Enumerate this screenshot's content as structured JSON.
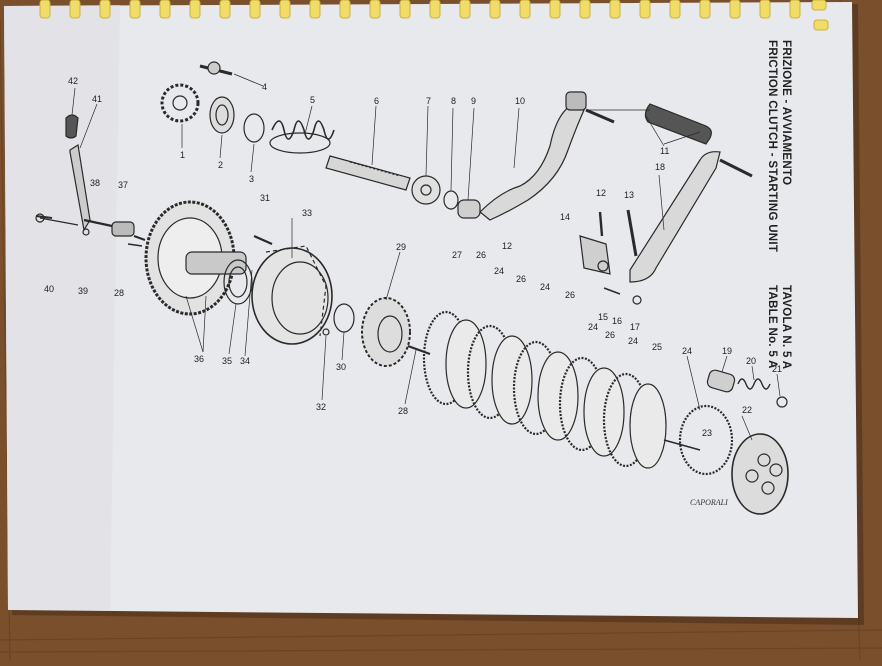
{
  "document": {
    "title_it": "FRIZIONE - AVVIAMENTO",
    "table_it": "TAVOLA N. 5 A",
    "title_en": "FRICTION CLUTCH - STARTING UNIT",
    "table_en": "TABLE No. 5 A",
    "signature": "CAPORALI"
  },
  "part_labels": [
    {
      "id": "p42",
      "text": "42"
    },
    {
      "id": "p41",
      "text": "41"
    },
    {
      "id": "p1",
      "text": "1"
    },
    {
      "id": "p2",
      "text": "2"
    },
    {
      "id": "p3",
      "text": "3"
    },
    {
      "id": "p4",
      "text": "4"
    },
    {
      "id": "p5",
      "text": "5"
    },
    {
      "id": "p6",
      "text": "6"
    },
    {
      "id": "p7",
      "text": "7"
    },
    {
      "id": "p8",
      "text": "8"
    },
    {
      "id": "p9",
      "text": "9"
    },
    {
      "id": "p10",
      "text": "10"
    },
    {
      "id": "p11",
      "text": "11"
    },
    {
      "id": "p18",
      "text": "18"
    },
    {
      "id": "p12a",
      "text": "12"
    },
    {
      "id": "p13",
      "text": "13"
    },
    {
      "id": "p12b",
      "text": "12"
    },
    {
      "id": "p14",
      "text": "14"
    },
    {
      "id": "p15",
      "text": "15"
    },
    {
      "id": "p16",
      "text": "16"
    },
    {
      "id": "p17",
      "text": "17"
    },
    {
      "id": "p38",
      "text": "38"
    },
    {
      "id": "p37",
      "text": "37"
    },
    {
      "id": "p40",
      "text": "40"
    },
    {
      "id": "p39",
      "text": "39"
    },
    {
      "id": "p28a",
      "text": "28"
    },
    {
      "id": "p31",
      "text": "31"
    },
    {
      "id": "p33",
      "text": "33"
    },
    {
      "id": "p29",
      "text": "29"
    },
    {
      "id": "p27",
      "text": "27"
    },
    {
      "id": "p26a",
      "text": "26"
    },
    {
      "id": "p24a",
      "text": "24"
    },
    {
      "id": "p26b",
      "text": "26"
    },
    {
      "id": "p24b",
      "text": "24"
    },
    {
      "id": "p26c",
      "text": "26"
    },
    {
      "id": "p24c",
      "text": "24"
    },
    {
      "id": "p26d",
      "text": "26"
    },
    {
      "id": "p24d",
      "text": "24"
    },
    {
      "id": "p25",
      "text": "25"
    },
    {
      "id": "p24e",
      "text": "24"
    },
    {
      "id": "p19",
      "text": "19"
    },
    {
      "id": "p20",
      "text": "20"
    },
    {
      "id": "p21",
      "text": "21"
    },
    {
      "id": "p22",
      "text": "22"
    },
    {
      "id": "p23",
      "text": "23"
    },
    {
      "id": "p36",
      "text": "36"
    },
    {
      "id": "p35",
      "text": "35"
    },
    {
      "id": "p34",
      "text": "34"
    },
    {
      "id": "p30",
      "text": "30"
    },
    {
      "id": "p32",
      "text": "32"
    },
    {
      "id": "p28b",
      "text": "28"
    }
  ],
  "colors": {
    "wood": "#7a4f2c",
    "paper": "#ecedf0",
    "spiral": "#f2e06a",
    "ink": "#2a2a2a"
  }
}
